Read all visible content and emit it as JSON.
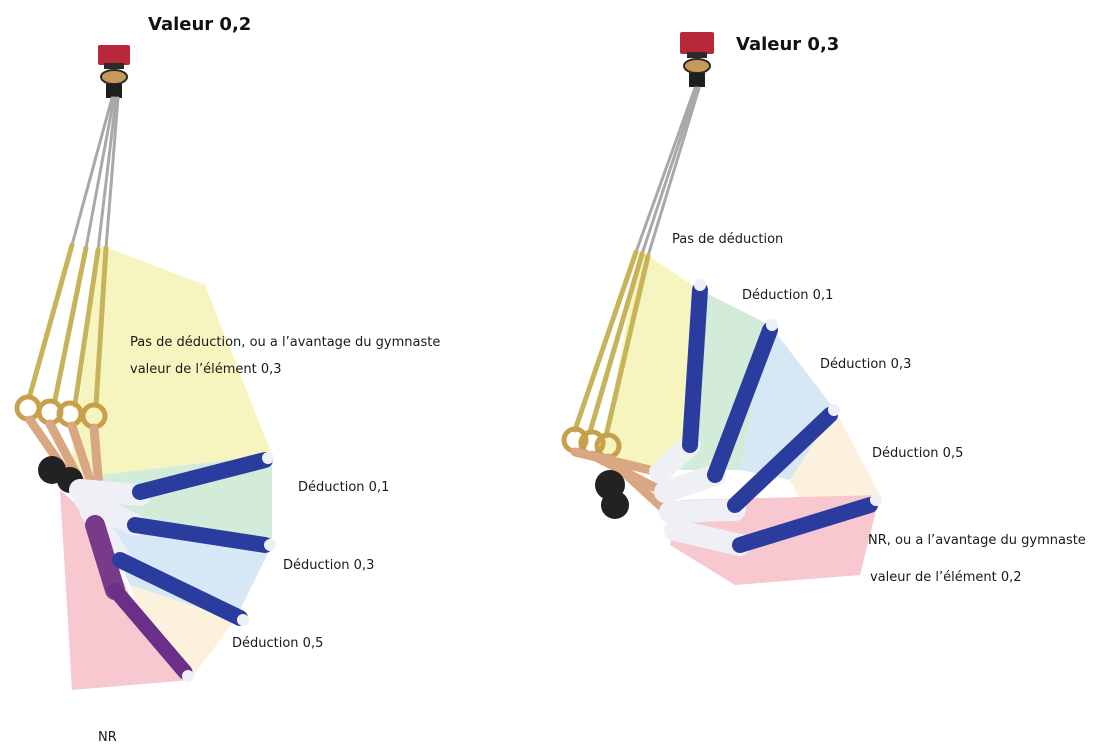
{
  "left": {
    "title": "Valeur 0,2",
    "labels": {
      "no_deduction_line1": "Pas de déduction, ou a l’avantage du gymnaste",
      "no_deduction_line2": "valeur de l’élément 0,3",
      "deduction_1": "Déduction 0,1",
      "deduction_3": "Déduction 0,3",
      "deduction_5": "Déduction 0,5",
      "nr": "NR"
    }
  },
  "right": {
    "title": "Valeur 0,3",
    "labels": {
      "no_deduction": "Pas de déduction",
      "deduction_1": "Déduction 0,1",
      "deduction_3": "Déduction 0,3",
      "deduction_5": "Déduction 0,5",
      "nr_line1": "NR, ou a l’avantage du gymnaste",
      "nr_line2": "valeur de l’élément 0,2"
    }
  },
  "colors": {
    "zone_no_deduction": "#f6f5bf",
    "zone_deduction_1": "#d2ecd9",
    "zone_deduction_3": "#d6e7f5",
    "zone_deduction_5": "#fbf1dc",
    "zone_nr": "#f7c8cf",
    "suit_blue": "#2a3c9e",
    "suit_white": "#eef0f6",
    "skin": "#d9a882",
    "hair": "#222222",
    "ring_gold": "#c8a04a",
    "cable_grey": "#a9a9a9",
    "strap_gold": "#c7b45a",
    "mount_red": "#b9283a"
  }
}
